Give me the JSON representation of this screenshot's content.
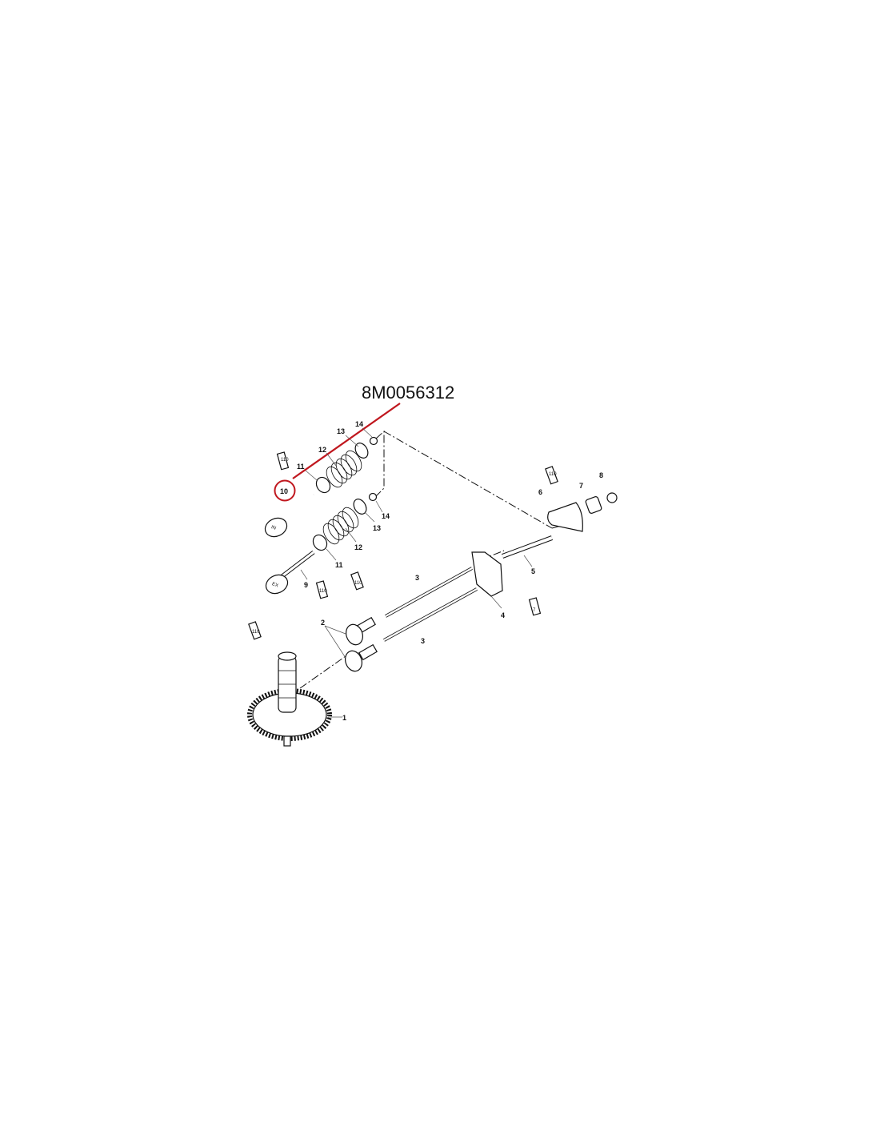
{
  "part_number": "8M0056312",
  "highlight_color": "#c0171e",
  "highlighted_callout": "10",
  "callouts": {
    "c14a": "14",
    "c13a": "13",
    "c12a": "12",
    "c11a": "11",
    "c10": "10",
    "c14b": "14",
    "c13b": "13",
    "c12b": "12",
    "c11b": "11",
    "c9": "9",
    "c3a": "3",
    "c3b": "3",
    "c2": "2",
    "c4": "4",
    "c5": "5",
    "c6": "6",
    "c7": "7",
    "c8": "8",
    "c1": "1"
  },
  "valve_markings": {
    "intake": "IN",
    "exhaust": "EX"
  },
  "lubricant_tubes": [
    "110",
    "110",
    "110",
    "110",
    "110",
    "7"
  ]
}
